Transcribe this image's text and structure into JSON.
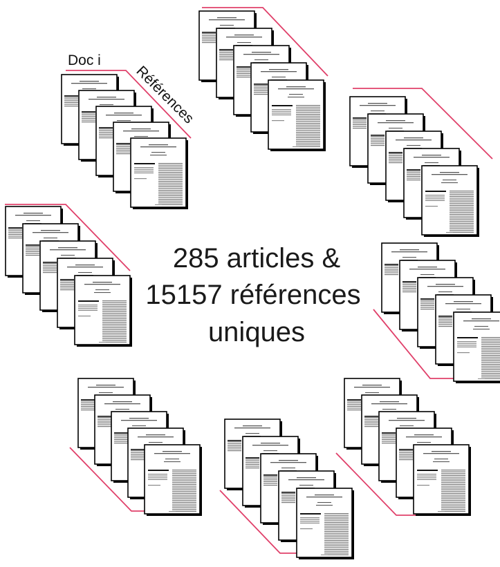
{
  "labels": {
    "doc": "Doc i",
    "references": "Références"
  },
  "summary": {
    "line1": "285 articles &",
    "line2": "15157 références",
    "line3": "uniques"
  },
  "colors": {
    "reference_line": "#e0406a",
    "page_border": "#000000",
    "page_shadow": "#000000",
    "text": "#1a1a1a"
  },
  "stack_count": 8,
  "pages_per_stack": 5
}
